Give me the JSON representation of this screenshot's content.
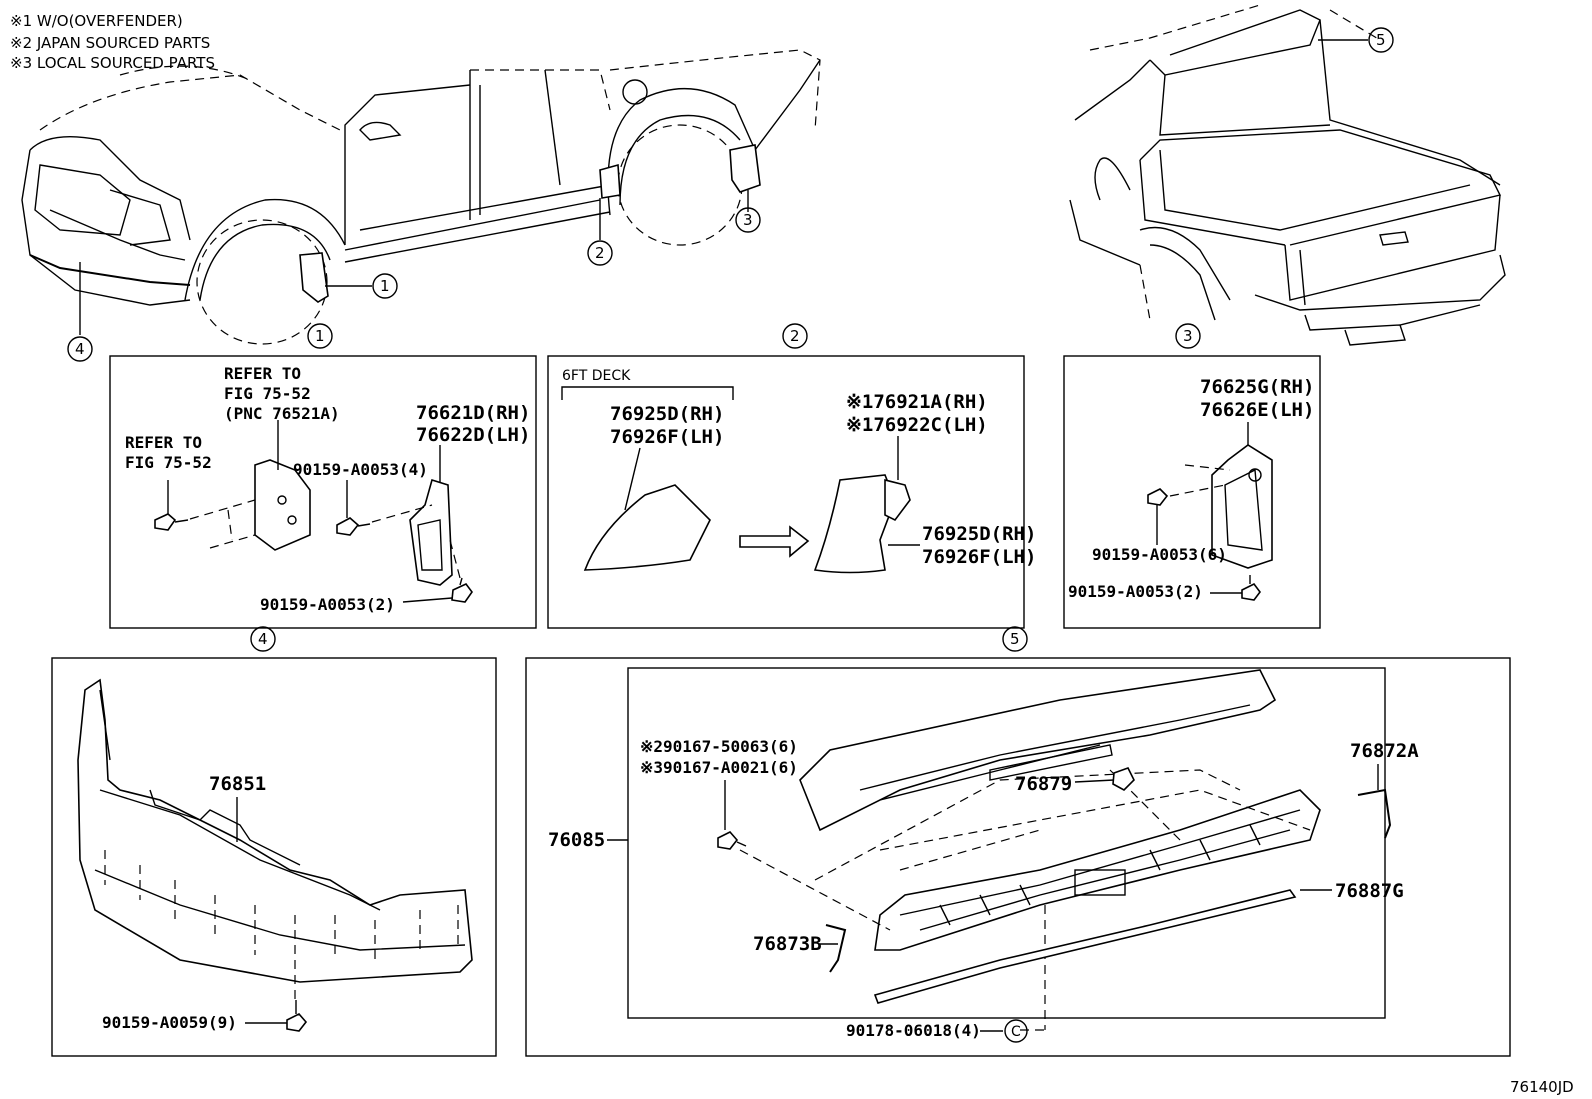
{
  "notes": [
    "※1 W/O(OVERFENDER)",
    "※2 JAPAN SOURCED PARTS",
    "※3 LOCAL SOURCED PARTS"
  ],
  "callouts": {
    "c1": "1",
    "c2": "2",
    "c3": "3",
    "c4": "4",
    "c5": "5"
  },
  "panel1": {
    "refer_a": [
      "REFER TO",
      "FIG 75-52",
      "(PNC 76521A)"
    ],
    "refer_b": [
      "REFER TO",
      "FIG 75-52"
    ],
    "bolt_4": "90159-A0053(4)",
    "flap_rh": "76621D(RH)",
    "flap_lh": "76622D(LH)",
    "bolt_2": "90159-A0053(2)"
  },
  "panel2": {
    "deck": "6FT DECK",
    "part_rh": "76925D(RH)",
    "part_lh": "76926F(LH)",
    "ovf_rh": "※176921A(RH)",
    "ovf_lh": "※176922C(LH)",
    "part_rh_b": "76925D(RH)",
    "part_lh_b": "76926F(LH)"
  },
  "panel3": {
    "flap_rh": "76625G(RH)",
    "flap_lh": "76626E(LH)",
    "bolt_6": "90159-A0053(6)",
    "bolt_2": "90159-A0053(2)"
  },
  "panel4": {
    "spoiler": "76851",
    "bolt_9": "90159-A0059(9)"
  },
  "panel5": {
    "assy": "76085",
    "screw_jp": "※290167-50063(6)",
    "screw_local": "※390167-A0021(6)",
    "clip": "76879",
    "bracket": "76872A",
    "seal": "76887G",
    "bracket_b": "76873B",
    "clip_c": "90178-06018(4)",
    "clip_c_symbol": "C"
  },
  "figure_id": "76140JD"
}
